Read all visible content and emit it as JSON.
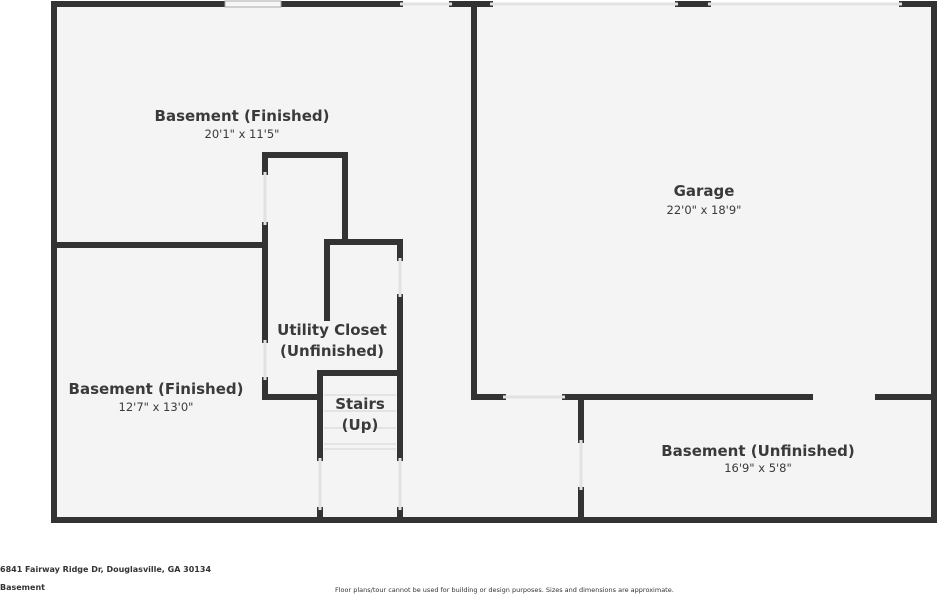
{
  "rooms": [
    {
      "name": "Basement (Finished)",
      "dims": "20'1\" x 11'5\""
    },
    {
      "name": "Garage",
      "dims": "22'0\" x 18'9\""
    },
    {
      "name": "Utility Closet",
      "name2": "(Unfinished)"
    },
    {
      "name": "Stairs",
      "name2": "(Up)"
    },
    {
      "name": "Basement (Finished)",
      "dims": "12'7\" x 13'0\""
    },
    {
      "name": "Basement (Unfinished)",
      "dims": "16'9\" x 5'8\""
    }
  ],
  "footer": {
    "address": "6841 Fairway Ridge Dr, Douglasville, GA 30134",
    "level": "Basement",
    "disclaimer": "Floor plans/tour cannot be used for building or design purposes. Sizes and dimensions are approximate."
  },
  "colors": {
    "wall": "#333333",
    "floor": "#f4f4f4",
    "opening": "#e2e2e2"
  }
}
